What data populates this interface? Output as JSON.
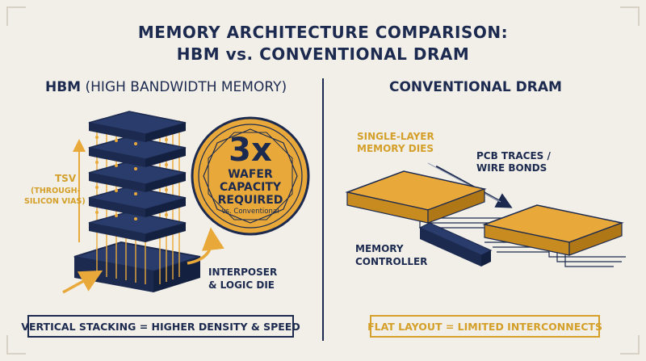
{
  "title": {
    "line1": "MEMORY ARCHITECTURE COMPARISON:",
    "line2": "HBM vs. CONVENTIONAL DRAM"
  },
  "hbm": {
    "heading_bold": "HBM",
    "heading_rest": "(HIGH BANDWIDTH MEMORY)",
    "tsv_label": "TSV",
    "tsv_sub_1": "(THROUGH-",
    "tsv_sub_2": "SILICON VIAS)",
    "badge_big": "3x",
    "badge_l1": "WAFER",
    "badge_l2": "CAPACITY",
    "badge_l3": "REQUIRED",
    "badge_small": "vs. Conventional",
    "interposer_1": "INTERPOSER",
    "interposer_2": "& LOGIC DIE",
    "footer": "VERTICAL STACKING = HIGHER DENSITY & SPEED"
  },
  "conventional": {
    "heading": "CONVENTIONAL DRAM",
    "dies_1": "SINGLE-LAYER",
    "dies_2": "MEMORY DIES",
    "pcb_1": "PCB TRACES /",
    "pcb_2": "WIRE BONDS",
    "ctrl_1": "MEMORY",
    "ctrl_2": "CONTROLLER",
    "footer": "FLAT LAYOUT = LIMITED INTERCONNECTS"
  },
  "colors": {
    "navy": "#1c2a4f",
    "gold": "#e9a93a",
    "gold_text": "#d4a02a",
    "background": "#f2efe9"
  }
}
